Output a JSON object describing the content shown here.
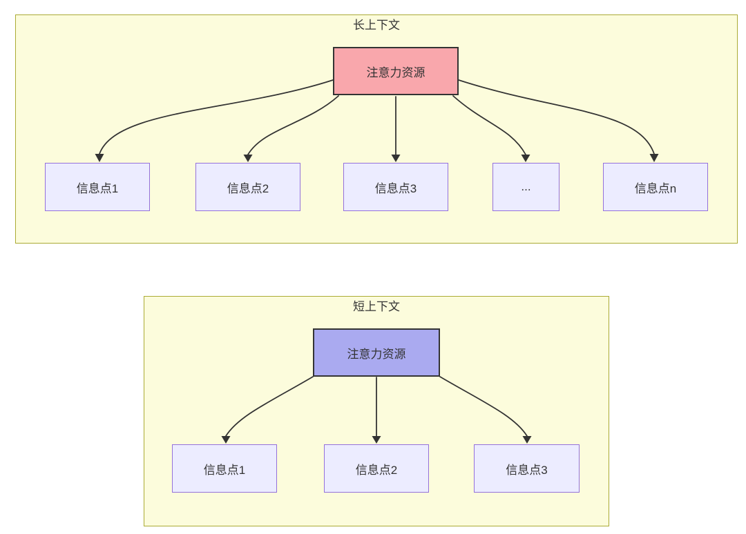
{
  "page": {
    "background": "#ffffff"
  },
  "colors": {
    "cluster_fill": "#fcfcdc",
    "cluster_border": "#aaaa33",
    "attention_long_fill": "#f9a7ac",
    "attention_short_fill": "#aaaaf0",
    "attention_border": "#333333",
    "info_fill": "#ececff",
    "info_border": "#9370db",
    "edge_color": "#333333",
    "text_color": "#333333"
  },
  "long_context": {
    "title": "长上下文",
    "attention": "注意力资源",
    "info_nodes": [
      "信息点1",
      "信息点2",
      "信息点3",
      "...",
      "信息点n"
    ]
  },
  "short_context": {
    "title": "短上下文",
    "attention": "注意力资源",
    "info_nodes": [
      "信息点1",
      "信息点2",
      "信息点3"
    ]
  }
}
